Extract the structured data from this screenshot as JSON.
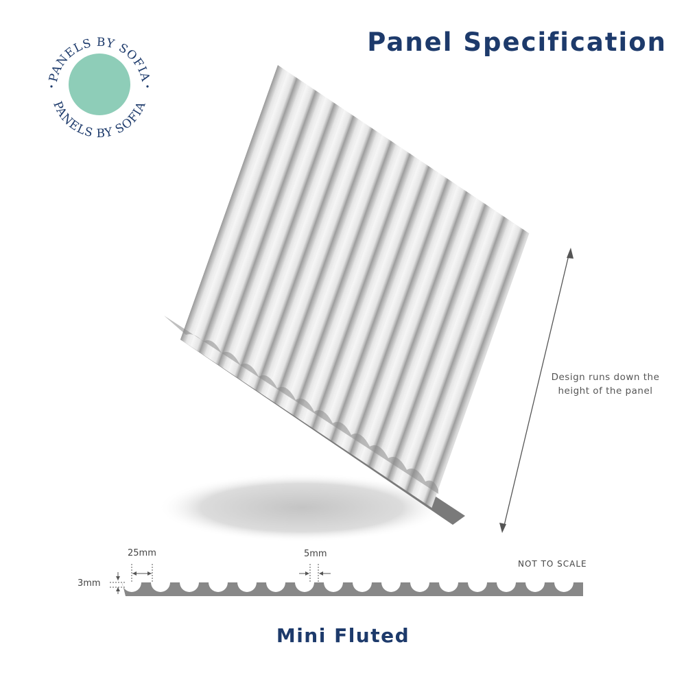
{
  "brand": {
    "ring_text": "PANELS BY SOFIA",
    "accent_color": "#8ecdb8",
    "text_color": "#1d3a6b"
  },
  "header": {
    "title": "Panel Specification"
  },
  "note": {
    "line1": "Design runs down the",
    "line2": "height of the panel"
  },
  "dimensions": {
    "flute_width": "25mm",
    "gap": "5mm",
    "depth": "3mm"
  },
  "scale_note": "NOT TO SCALE",
  "product": {
    "name": "Mini Fluted"
  }
}
